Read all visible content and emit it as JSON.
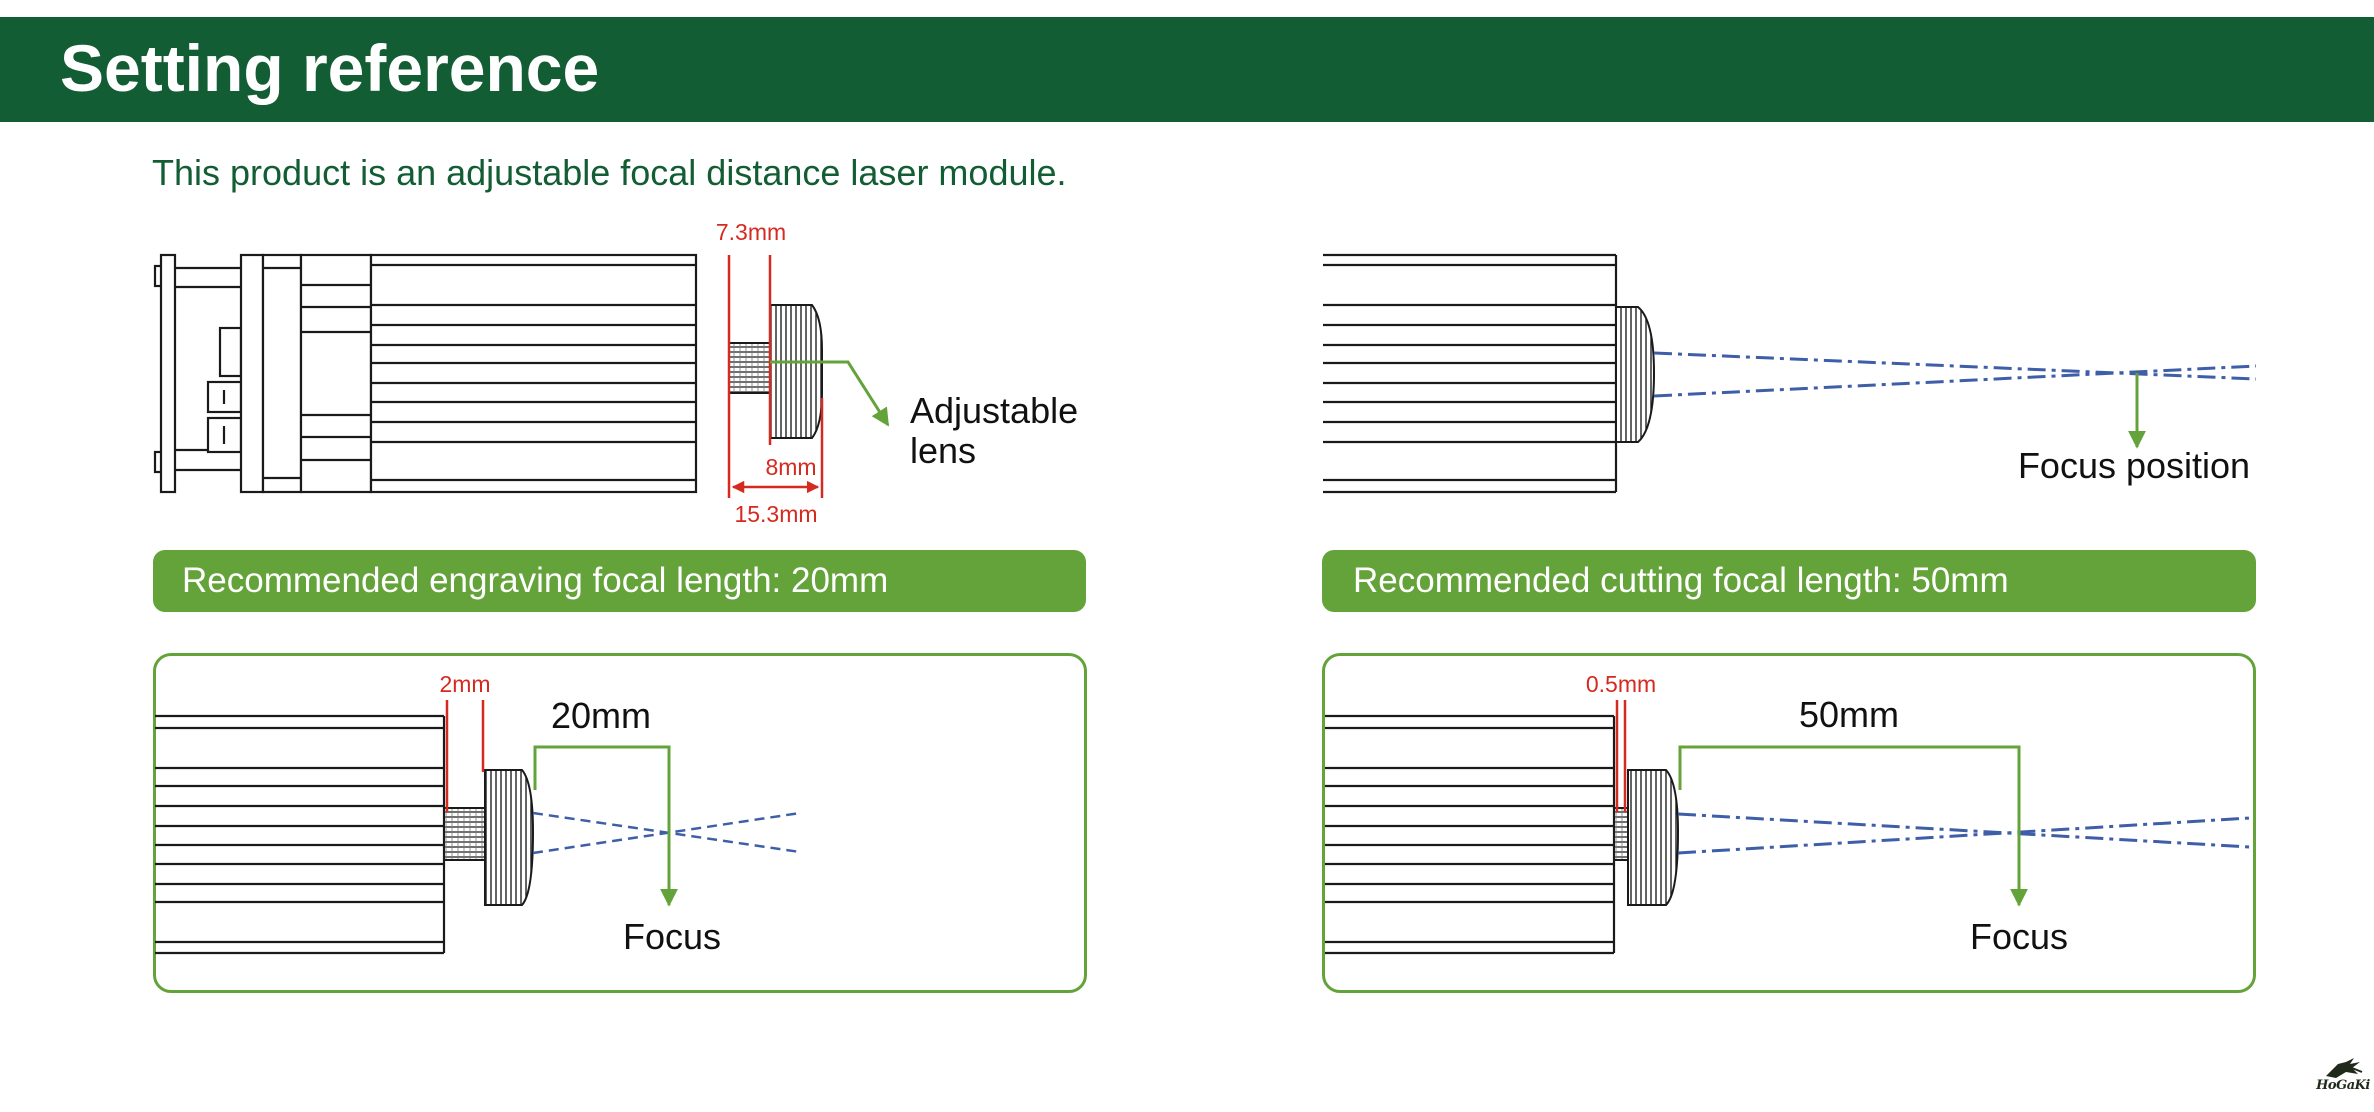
{
  "header": {
    "title": "Setting reference"
  },
  "intro": {
    "text": "This product is an adjustable focal distance laser module."
  },
  "module_diagram": {
    "dim_top": "7.3mm",
    "dim_mid": "8mm",
    "dim_bottom": "15.3mm",
    "callout": [
      "Adjustable",
      "lens"
    ]
  },
  "focus_diagram": {
    "label": "Focus position"
  },
  "engraving": {
    "banner": "Recommended engraving focal length: 20mm",
    "gap_label": "2mm",
    "distance_label": "20mm",
    "focus_label": "Focus"
  },
  "cutting": {
    "banner": "Recommended cutting focal length: 50mm",
    "gap_label": "0.5mm",
    "distance_label": "50mm",
    "focus_label": "Focus"
  },
  "brand": {
    "logo_text": "HoGaKi"
  },
  "colors": {
    "header_bg": "#135d34",
    "accent_green": "#64a33a",
    "dimension_red": "#d42a20",
    "beam_blue": "#3e5ea8"
  }
}
